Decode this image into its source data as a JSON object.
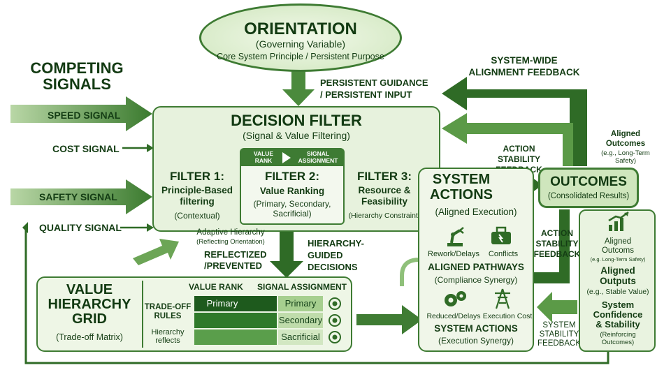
{
  "orientation": {
    "title": "ORIENTATION",
    "subtitle": "(Governing Variable)",
    "caption": "Core System Principle / Persistent Purpose"
  },
  "persistent_guidance": "PERSISTENT GUIDANCE\n/ PERSISTENT INPUT",
  "system_wide_feedback": "SYSTEM-WIDE\nALIGNMENT FEEDBACK",
  "competing_signals": {
    "title": "COMPETING\nSIGNALS",
    "signals": [
      "SPEED SIGNAL",
      "COST SIGNAL",
      "SAFETY SIGNAL",
      "QUALITY SIGNAL"
    ]
  },
  "decision_filter": {
    "title": "DECISION FILTER",
    "subtitle": "(Signal & Value Filtering)",
    "filter1": {
      "title": "FILTER 1:",
      "name": "Principle-Based\nfiltering",
      "note": "(Contextual)"
    },
    "filter2": {
      "header_left": "VALUE\nRANK",
      "header_right": "SIGNAL\nASSIGNMENT",
      "title": "FILTER 2:",
      "name": "Value Ranking",
      "note": "(Primary, Secondary,\nSacrificial)"
    },
    "filter3": {
      "title": "FILTER 3:",
      "name": "Resource &\nFeasibility",
      "note": "(Hierarchy Constraint)"
    },
    "adaptive": "Adaptive Hierarchy",
    "adaptive_note": "(Reflecting Orientation)"
  },
  "reflectized": "REFLECTIZED\n/PREVENTED",
  "hierarchy_guided": "HIERARCHY-\nGUIDED\nDECISIONS",
  "value_grid": {
    "title": "VALUE\nHIERARCHY\nGRID",
    "subtitle": "(Trade-off Matrix)",
    "col_value_rank": "VALUE RANK",
    "col_signal_assignment": "SIGNAL ASSIGNMENT",
    "tradeoff_rules": "TRADE-OFF\nRULES",
    "hierarchy_reflects": "Hierarchy\nreflects",
    "rank_primary": "Primary",
    "assignments": [
      "Primary",
      "Secondary",
      "Sacrificial"
    ]
  },
  "action_feedback_top": "ACTION\nSTABILITY\nFEEDBACK",
  "action_feedback_mid": "ACTION\nSTABILITY\nFEEDBACK",
  "system_feedback": "SYSTEM\nSTABILITY\nFEEDBACK",
  "system_actions": {
    "title": "SYSTEM\nACTIONS",
    "subtitle": "(Aligned Execution)",
    "rework1": "Rework/Delays",
    "conflicts": "Conflicts",
    "aligned_pathways": "ALIGNED PATHWAYS",
    "aligned_pathways_sub": "(Compliance Synergy)",
    "rework2": "Reduced/Delays",
    "execution_cost": "Execution Cost",
    "system_actions2": "SYSTEM ACTIONS",
    "system_actions2_sub": "(Execution Synergy)"
  },
  "outcomes": {
    "title": "OUTCOMES",
    "subtitle": "(Consolidated Results)",
    "aligned_outcomes_top": "Aligned\nOutcomes",
    "aligned_outcomes_top_note": "(e.g., Long-Term\nSafety)",
    "aligned_outcomes": "Aligned\nOutcoms",
    "aligned_outcomes_note": "(e.g. Long-Term Safety)",
    "aligned_outputs": "Aligned\nOutputs",
    "aligned_outputs_note": "(e.g., Stable Value)",
    "confidence": "System\nConfidence\n& Stability",
    "confidence_note": "(Reinforcing\nOutcomes)"
  },
  "colors": {
    "dark_green": "#2f6b26",
    "mid_green": "#5b9a47",
    "light_green": "#e6f2dc",
    "cell_dark": "#184d18"
  }
}
